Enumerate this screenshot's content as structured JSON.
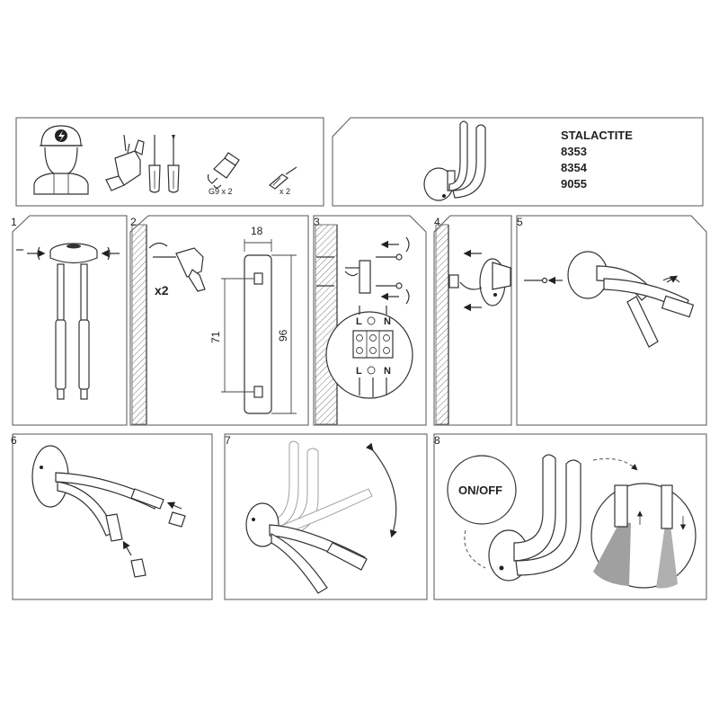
{
  "product": {
    "name": "STALACTITE",
    "codes": [
      "8353",
      "8354",
      "9055"
    ]
  },
  "tools": {
    "bulb_label": "G9 x 2",
    "plug_label": "x 2"
  },
  "steps": [
    "1",
    "2",
    "3",
    "4",
    "5",
    "6",
    "7",
    "8"
  ],
  "step2": {
    "count_label": "x2",
    "dim_width": "18",
    "dim_holes": "71",
    "dim_height": "96"
  },
  "step3": {
    "terminal_top": [
      "L",
      "N"
    ],
    "terminal_bottom": [
      "L",
      "N"
    ]
  },
  "step8": {
    "switch_label": "ON/OFF"
  }
}
